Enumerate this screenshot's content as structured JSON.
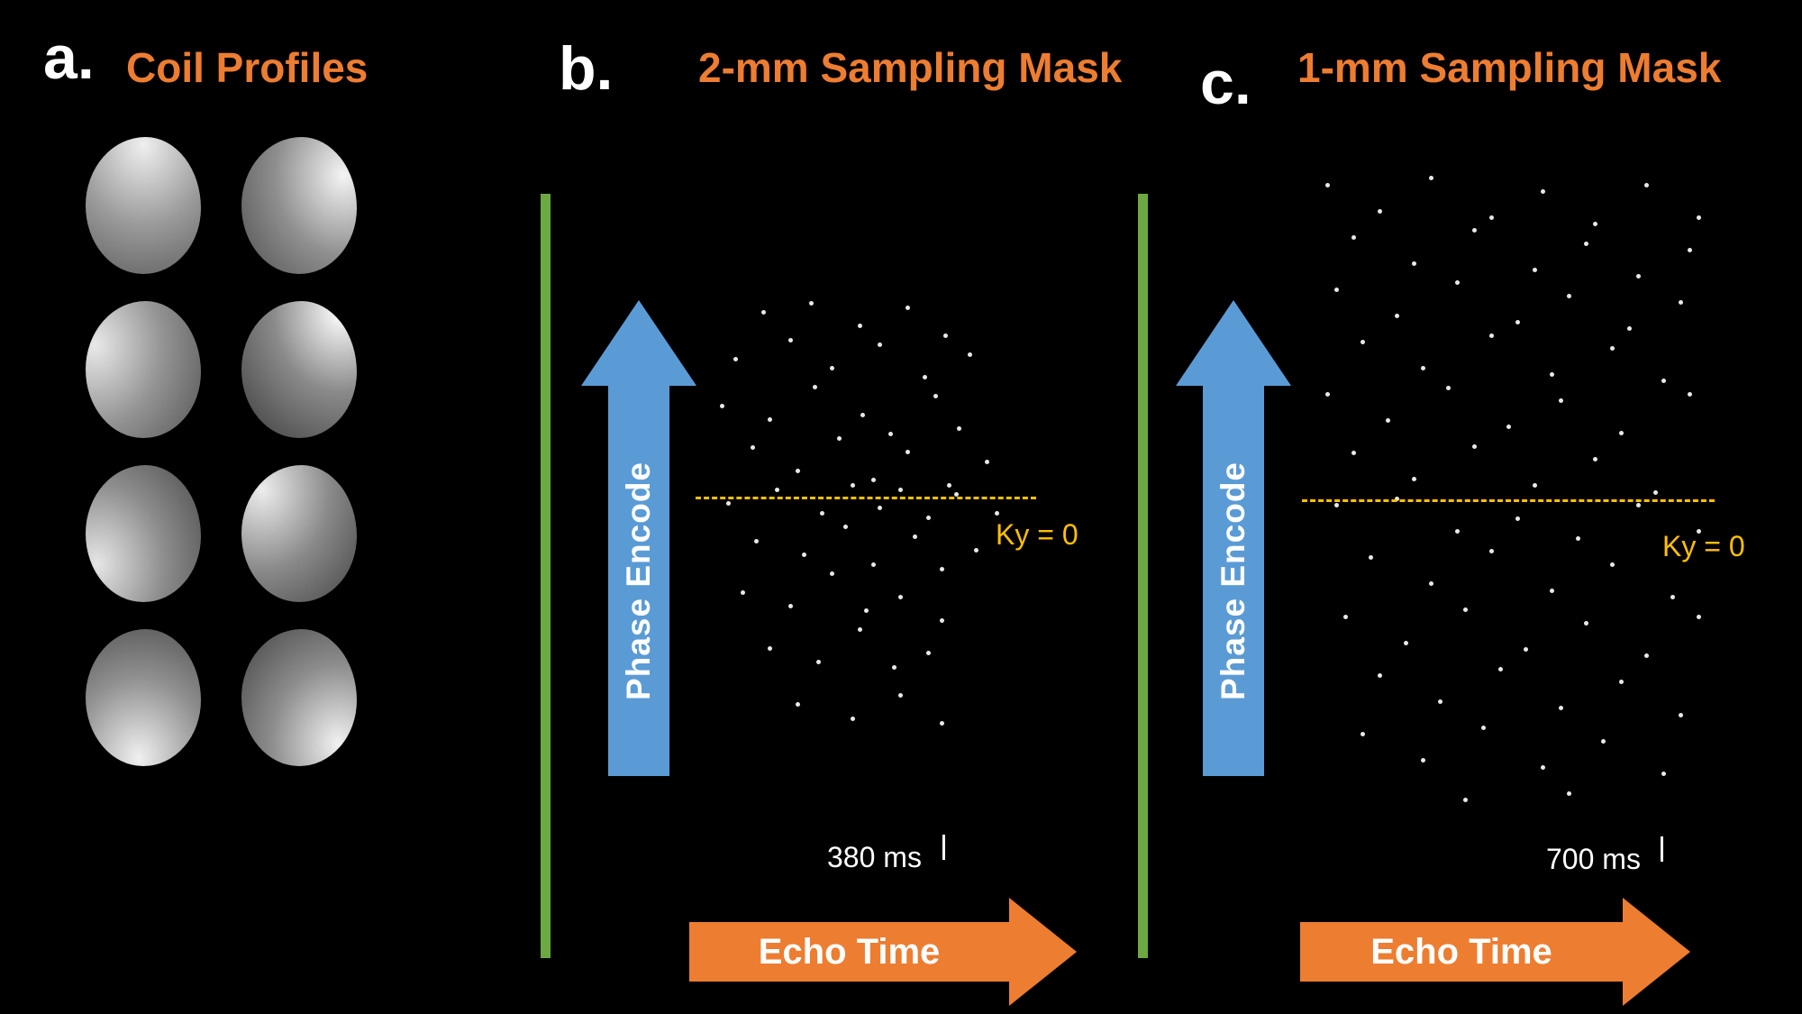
{
  "colors": {
    "background": "#000000",
    "panel_label_text": "#FFFFFF",
    "panel_title_text": "#ED7D31",
    "green_bar": "#6DA942",
    "phase_encode_arrow": "#5B9BD5",
    "arrow_text": "#FFFFFF",
    "ky_line": "#FFC000",
    "ky_text": "#FFC000",
    "time_text": "#FFFFFF",
    "echo_arrow": "#ED7D31",
    "sample_dot": "#E8E8E8"
  },
  "panel_a": {
    "label": "a.",
    "title": "Coil Profiles"
  },
  "panel_b": {
    "label": "b.",
    "title": "2-mm Sampling Mask",
    "phase_encode": "Phase Encode",
    "ky": "Ky = 0",
    "time": "380 ms",
    "echo": "Echo Time"
  },
  "panel_c": {
    "label": "c.",
    "title": "1-mm Sampling Mask",
    "phase_encode": "Phase Encode",
    "ky": "Ky = 0",
    "time": "700 ms",
    "echo": "Echo Time"
  },
  "coil_profiles": [
    {
      "highlight": "50% 6%",
      "peak": "#efefef",
      "mid": "#9a9a9a",
      "edge": "#474747"
    },
    {
      "highlight": "88% 28%",
      "peak": "#f4f4f4",
      "mid": "#8f8f8f",
      "edge": "#3e3e3e"
    },
    {
      "highlight": "8% 32%",
      "peak": "#e9e9e9",
      "mid": "#949494",
      "edge": "#454545"
    },
    {
      "highlight": "86% 8%",
      "peak": "#ffffff",
      "mid": "#8a8a8a",
      "edge": "#383838"
    },
    {
      "highlight": "10% 72%",
      "peak": "#e6e6e6",
      "mid": "#8d8d8d",
      "edge": "#3a3a3a"
    },
    {
      "highlight": "18% 18%",
      "peak": "#ededed",
      "mid": "#8a8a8a",
      "edge": "#353535"
    },
    {
      "highlight": "46% 94%",
      "peak": "#f0f0f0",
      "mid": "#909090",
      "edge": "#383838"
    },
    {
      "highlight": "84% 84%",
      "peak": "#f2f2f2",
      "mid": "#8c8c8c",
      "edge": "#363636"
    }
  ],
  "scatter": {
    "b": {
      "dots": [
        [
          19,
          5
        ],
        [
          33,
          3
        ],
        [
          47,
          8
        ],
        [
          61,
          4
        ],
        [
          72,
          10
        ],
        [
          11,
          15
        ],
        [
          27,
          11
        ],
        [
          39,
          17
        ],
        [
          53,
          12
        ],
        [
          66,
          19
        ],
        [
          79,
          14
        ],
        [
          7,
          25
        ],
        [
          21,
          28
        ],
        [
          34,
          21
        ],
        [
          48,
          27
        ],
        [
          56,
          31
        ],
        [
          69,
          23
        ],
        [
          76,
          30
        ],
        [
          16,
          34
        ],
        [
          29,
          39
        ],
        [
          41,
          32
        ],
        [
          51,
          41
        ],
        [
          61,
          35
        ],
        [
          73,
          42
        ],
        [
          84,
          37
        ],
        [
          9,
          46
        ],
        [
          23,
          43
        ],
        [
          36,
          48
        ],
        [
          45,
          42
        ],
        [
          53,
          47
        ],
        [
          59,
          43
        ],
        [
          67,
          49
        ],
        [
          75,
          44
        ],
        [
          87,
          48
        ],
        [
          17,
          54
        ],
        [
          31,
          57
        ],
        [
          43,
          51
        ],
        [
          51,
          59
        ],
        [
          63,
          53
        ],
        [
          71,
          60
        ],
        [
          81,
          56
        ],
        [
          13,
          65
        ],
        [
          27,
          68
        ],
        [
          39,
          61
        ],
        [
          49,
          69
        ],
        [
          59,
          66
        ],
        [
          71,
          71
        ],
        [
          21,
          77
        ],
        [
          35,
          80
        ],
        [
          47,
          73
        ],
        [
          57,
          81
        ],
        [
          67,
          78
        ],
        [
          29,
          89
        ],
        [
          45,
          92
        ],
        [
          59,
          87
        ],
        [
          71,
          93
        ]
      ]
    },
    "c": {
      "dots": [
        [
          7,
          2
        ],
        [
          19,
          6
        ],
        [
          31,
          1
        ],
        [
          45,
          7
        ],
        [
          57,
          3
        ],
        [
          69,
          8
        ],
        [
          81,
          2
        ],
        [
          93,
          7
        ],
        [
          13,
          10
        ],
        [
          27,
          14
        ],
        [
          41,
          9
        ],
        [
          55,
          15
        ],
        [
          67,
          11
        ],
        [
          79,
          16
        ],
        [
          91,
          12
        ],
        [
          9,
          18
        ],
        [
          23,
          22
        ],
        [
          37,
          17
        ],
        [
          51,
          23
        ],
        [
          63,
          19
        ],
        [
          77,
          24
        ],
        [
          89,
          20
        ],
        [
          15,
          26
        ],
        [
          29,
          30
        ],
        [
          45,
          25
        ],
        [
          59,
          31
        ],
        [
          73,
          27
        ],
        [
          85,
          32
        ],
        [
          7,
          34
        ],
        [
          21,
          38
        ],
        [
          35,
          33
        ],
        [
          49,
          39
        ],
        [
          61,
          35
        ],
        [
          75,
          40
        ],
        [
          91,
          34
        ],
        [
          13,
          43
        ],
        [
          27,
          47
        ],
        [
          41,
          42
        ],
        [
          55,
          48
        ],
        [
          69,
          44
        ],
        [
          83,
          49
        ],
        [
          9,
          51
        ],
        [
          23,
          50
        ],
        [
          37,
          55
        ],
        [
          51,
          53
        ],
        [
          65,
          56
        ],
        [
          79,
          51
        ],
        [
          93,
          55
        ],
        [
          17,
          59
        ],
        [
          31,
          63
        ],
        [
          45,
          58
        ],
        [
          59,
          64
        ],
        [
          73,
          60
        ],
        [
          87,
          65
        ],
        [
          11,
          68
        ],
        [
          25,
          72
        ],
        [
          39,
          67
        ],
        [
          53,
          73
        ],
        [
          67,
          69
        ],
        [
          81,
          74
        ],
        [
          93,
          68
        ],
        [
          19,
          77
        ],
        [
          33,
          81
        ],
        [
          47,
          76
        ],
        [
          61,
          82
        ],
        [
          75,
          78
        ],
        [
          89,
          83
        ],
        [
          15,
          86
        ],
        [
          29,
          90
        ],
        [
          43,
          85
        ],
        [
          57,
          91
        ],
        [
          71,
          87
        ],
        [
          85,
          92
        ],
        [
          39,
          96
        ],
        [
          63,
          95
        ]
      ]
    }
  }
}
